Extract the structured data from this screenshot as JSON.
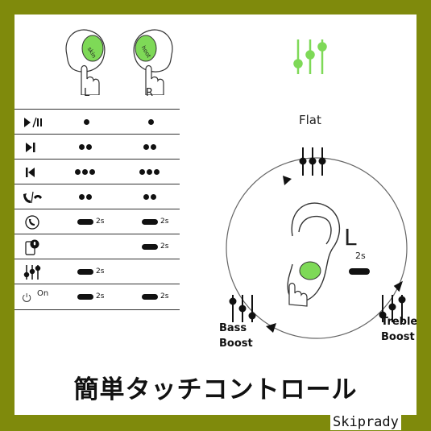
{
  "earbuds": {
    "left_label": "L",
    "right_label": "R",
    "left_brand": "skin",
    "right_brand": "hoot"
  },
  "table": {
    "rows": [
      {
        "icon": "play-pause-icon",
        "left": "1 dot",
        "right": "1 dot"
      },
      {
        "icon": "next-track-icon",
        "left": "2 dots",
        "right": "2 dots"
      },
      {
        "icon": "previous-track-icon",
        "left": "3 dots",
        "right": "3 dots"
      },
      {
        "icon": "answer-reject-call-icon",
        "left": "2 dots",
        "right": "2 dots"
      },
      {
        "icon": "phone-icon",
        "left_hold": "2s",
        "right_hold": "2s"
      },
      {
        "icon": "voice-assistant-icon",
        "right_hold": "2s"
      },
      {
        "icon": "equalizer-icon",
        "left_hold": "2s"
      },
      {
        "icon": "power-icon",
        "icon_text": "On",
        "left_hold": "2s",
        "right_hold": "2s"
      }
    ]
  },
  "diagram": {
    "top_label": "Flat",
    "right_label_line1": "Treble",
    "right_label_line2": "Boost",
    "left_label_line1": "Bass",
    "left_label_line2": "Boost",
    "ear_side": "L",
    "hold_time": "2s"
  },
  "title": "簡単タッチコントロール",
  "watermark": "Skiprady",
  "colors": {
    "frame": "#7f8a0c",
    "accent_green": "#7ed957",
    "text": "#111111"
  }
}
